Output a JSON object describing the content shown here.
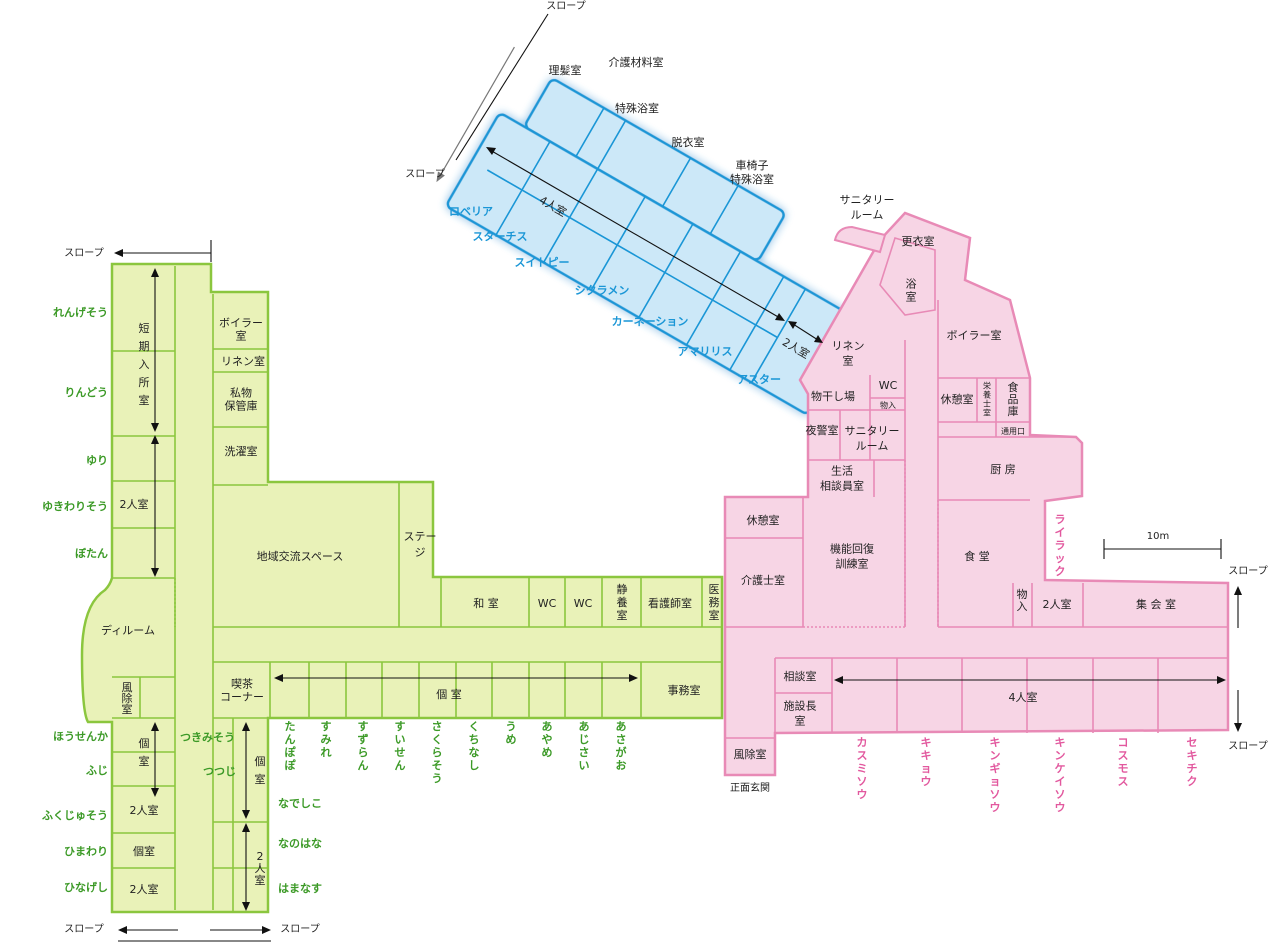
{
  "colors": {
    "green_wing": "#8bc63e",
    "blue_wing": "#1a96d6",
    "pink_wing": "#e88ab6",
    "green_fill": "#e9f2b8",
    "blue_fill": "#cce8f8",
    "pink_fill": "#f7d5e5"
  },
  "ramps": {
    "top": "スロープ",
    "blue_left": "スロープ",
    "left_top": "スロープ",
    "bottom_left": "スロープ",
    "bottom_right": "スロープ",
    "right_top": "スロープ",
    "right_bottom": "スロープ"
  },
  "scale_label": "10m",
  "entrance_label": "正面玄関",
  "green_rooms": {
    "short_stay": "短\n期\n入\n所\n室",
    "two_person": "2人室",
    "day_room": "ディルーム",
    "wind_left": "風\n除\n室",
    "private_a": "個\n室",
    "two_person_b": "2人室",
    "private_b": "個室",
    "two_person_c": "2人室",
    "boiler": "ボイラー\n室",
    "linen": "リネン室",
    "storage": "私物\n保管庫",
    "laundry": "洗濯室",
    "community": "地域交流スペース",
    "stage": "ステー\nジ",
    "japanese": "和 室",
    "wc1": "WC",
    "wc2": "WC",
    "rest": "静\n養\n室",
    "nurse": "看護師室",
    "medical": "医\n務\n室",
    "cafe": "喫茶\nコーナー",
    "private_corridor": "個 室",
    "office": "事務室",
    "private_c": "個\n室",
    "two_person_d": "2\n人\n室"
  },
  "green_names_left": [
    "れんげそう",
    "りんどう",
    "ゆり",
    "ゆきわりそう",
    "ぼたん",
    "ほうせんか",
    "ふじ",
    "ふくじゅそう",
    "ひまわり",
    "ひなげし"
  ],
  "green_names_inner": [
    "つきみそう",
    "つつじ",
    "なでしこ",
    "なのはな",
    "はまなす"
  ],
  "green_names_bottom": [
    "たんぽぽ",
    "すみれ",
    "すずらん",
    "すいせん",
    "さくらそう",
    "くちなし",
    "うめ",
    "あやめ",
    "あじさい",
    "あさがお"
  ],
  "blue_rooms": {
    "barber": "理髪室",
    "care_materials": "介護材料室",
    "special_bath": "特殊浴室",
    "dressing": "脱衣室",
    "wheelchair_bath": "車椅子\n特殊浴室",
    "four_person": "4人室",
    "two_person": "2人室"
  },
  "blue_names": [
    "ロベリア",
    "スターチス",
    "スイトピー",
    "シクラメン",
    "カーネーション",
    "アマリリス",
    "アスター"
  ],
  "pink_rooms": {
    "sanitary_top": "サニタリー\nルーム",
    "changing": "更衣室",
    "bath": "浴\n室",
    "linen": "リネン\n室",
    "drying": "物干し場",
    "wc": "WC",
    "storage_small": "物入",
    "night_guard": "夜警室",
    "sanitary": "サニタリー\nルーム",
    "counseling_life": "生活\n相談員室",
    "boiler": "ボイラー室",
    "rest_staff": "休憩室",
    "nutritionist": "栄\n養\n士\n室",
    "food_store": "食\n品\n庫",
    "service_door": "通用口",
    "kitchen": "厨 房",
    "rest": "休憩室",
    "rehab": "機能回復\n訓練室",
    "caregiver": "介護士室",
    "dining": "食 堂",
    "storage": "物\n入",
    "two_person": "2人室",
    "assembly": "集 会 室",
    "consult": "相談室",
    "director": "施設長\n室",
    "four_person": "4人室",
    "wind": "風除室"
  },
  "pink_name_vertical": "ライラック",
  "pink_names_bottom": [
    "カスミソウ",
    "キキョウ",
    "キンギョソウ",
    "キンケイソウ",
    "コスモス",
    "セキチク"
  ]
}
